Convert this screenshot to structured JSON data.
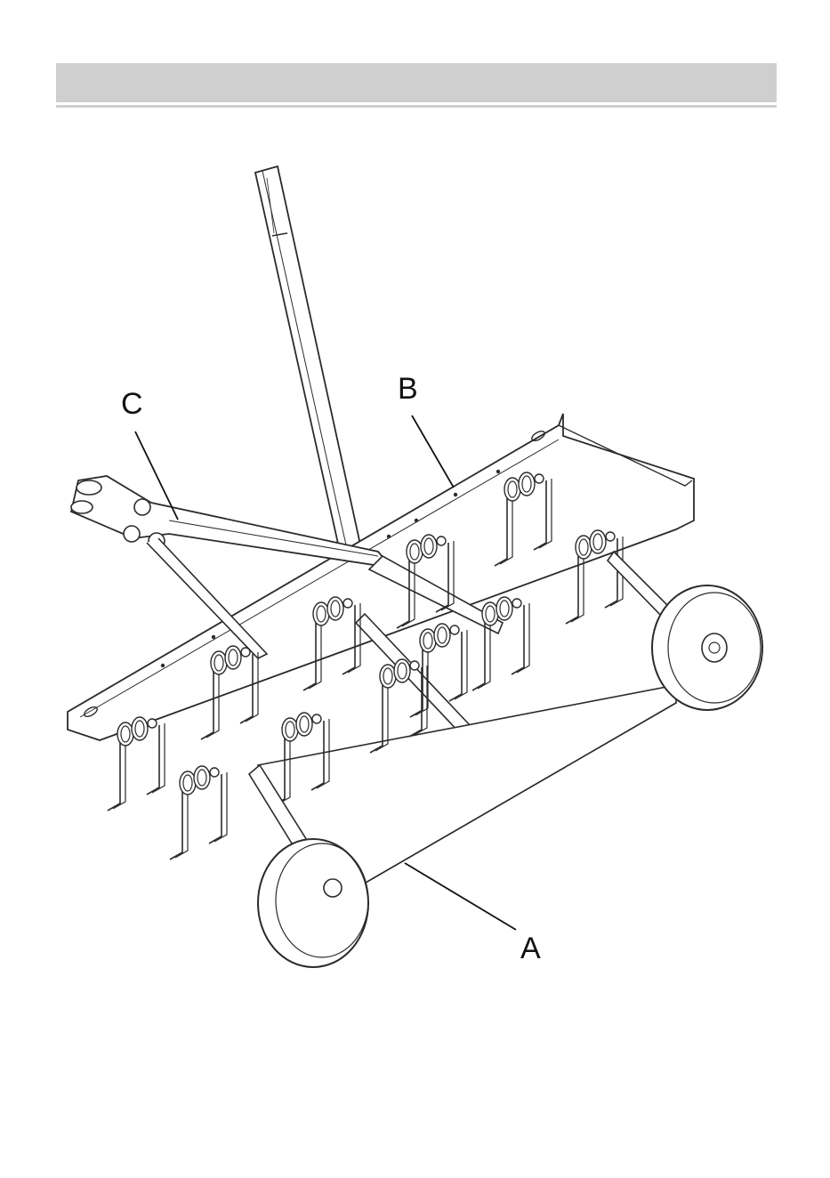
{
  "colors": {
    "header": "#cfcfcf",
    "line": "#2b2b2b"
  },
  "callouts": {
    "a": "A",
    "b": "B",
    "c": "C"
  }
}
